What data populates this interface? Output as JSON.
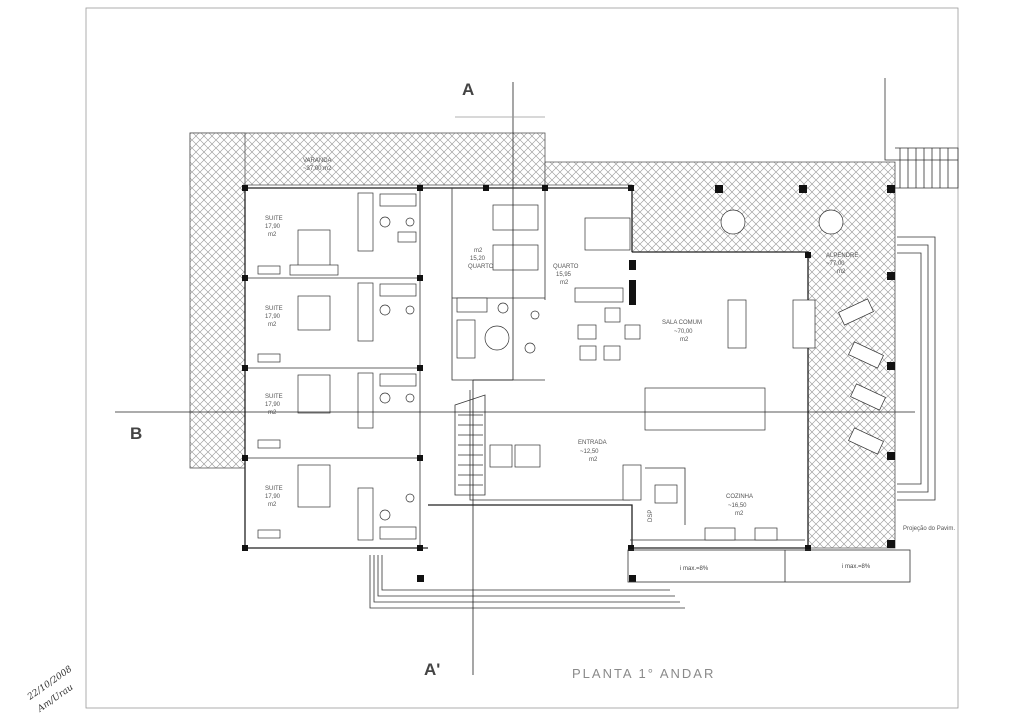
{
  "drawing": {
    "title": "PLANTA 1° ANDAR",
    "date_handwritten": "22/10/2008",
    "signature_handwritten": "Am/Urau",
    "section_a": "A",
    "section_a_prime": "A'",
    "section_b": "B",
    "note_right": "Projeção do Pavim."
  },
  "rooms": [
    {
      "id": "varanda",
      "name": "VARANDA",
      "area": "~37,00 m2"
    },
    {
      "id": "suite1",
      "name": "SUITE",
      "area": "17,90",
      "unit": "m2"
    },
    {
      "id": "suite2",
      "name": "SUITE",
      "area": "17,90",
      "unit": "m2"
    },
    {
      "id": "suite3",
      "name": "SUITE",
      "area": "17,90",
      "unit": "m2"
    },
    {
      "id": "suite4",
      "name": "SUITE",
      "area": "17,90",
      "unit": "m2"
    },
    {
      "id": "quarto_small",
      "unit": "m2",
      "area": "15,20",
      "name": "QUARTO"
    },
    {
      "id": "quarto",
      "name": "QUARTO",
      "area": "15,95",
      "unit": "m2"
    },
    {
      "id": "sala",
      "name": "SALA COMUM",
      "area": "~70,00",
      "unit": "m2"
    },
    {
      "id": "alpendre",
      "name": "ALPENDRE",
      "area": "~77,00",
      "unit": "m2"
    },
    {
      "id": "entrada",
      "name": "ENTRADA",
      "area": "~12,50",
      "unit": "m2"
    },
    {
      "id": "cozinha",
      "name": "COZINHA",
      "area": "~16,50",
      "unit": "m2"
    },
    {
      "id": "dsp",
      "name": "DSP"
    }
  ],
  "ramps": [
    {
      "label": "i max.=8%"
    },
    {
      "label": "i max.=8%"
    }
  ]
}
